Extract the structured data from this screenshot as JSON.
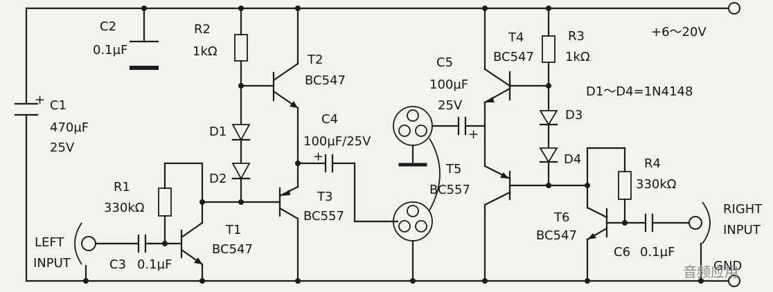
{
  "labels": {
    "c2_name": "C2",
    "c2_value": "0.1µF",
    "c1_name": "C1",
    "c1_value": "470µF",
    "c1_voltage": "25V",
    "c1_plus": "+",
    "r2_name": "R2",
    "r2_value": "1kΩ",
    "t2_name": "T2",
    "t2_type": "BC547",
    "d1_name": "D1",
    "d2_name": "D2",
    "c4_label": "C4",
    "c4_value": "100µF/25V",
    "c4_plus": "+",
    "r1_name": "R1",
    "r1_value": "330kΩ",
    "t1_name": "T1",
    "t1_type": "BC547",
    "t3_name": "T3",
    "t3_type": "BC557",
    "left_input_1": "LEFT",
    "left_input_2": "INPUT",
    "c3_name": "C3",
    "c3_value": "0.1µF",
    "c5_name": "C5",
    "c5_value": "100µF",
    "c5_voltage": "25V",
    "c5_plus": "+",
    "t4_name": "T4",
    "t4_type": "BC547",
    "r3_name": "R3",
    "r3_value": "1kΩ",
    "supply": "+6～20V",
    "diode_note": "D1～D4=1N4148",
    "d3_name": "D3",
    "d4_name": "D4",
    "t5_name": "T5",
    "t5_type": "BC557",
    "r4_name": "R4",
    "r4_value": "330kΩ",
    "t6_name": "T6",
    "t6_type": "BC547",
    "c6_name": "C6",
    "c6_value": "0.1µF",
    "right_input_1": "RIGHT",
    "right_input_2": "INPUT",
    "gnd": "GND",
    "watermark": "音频应用"
  }
}
